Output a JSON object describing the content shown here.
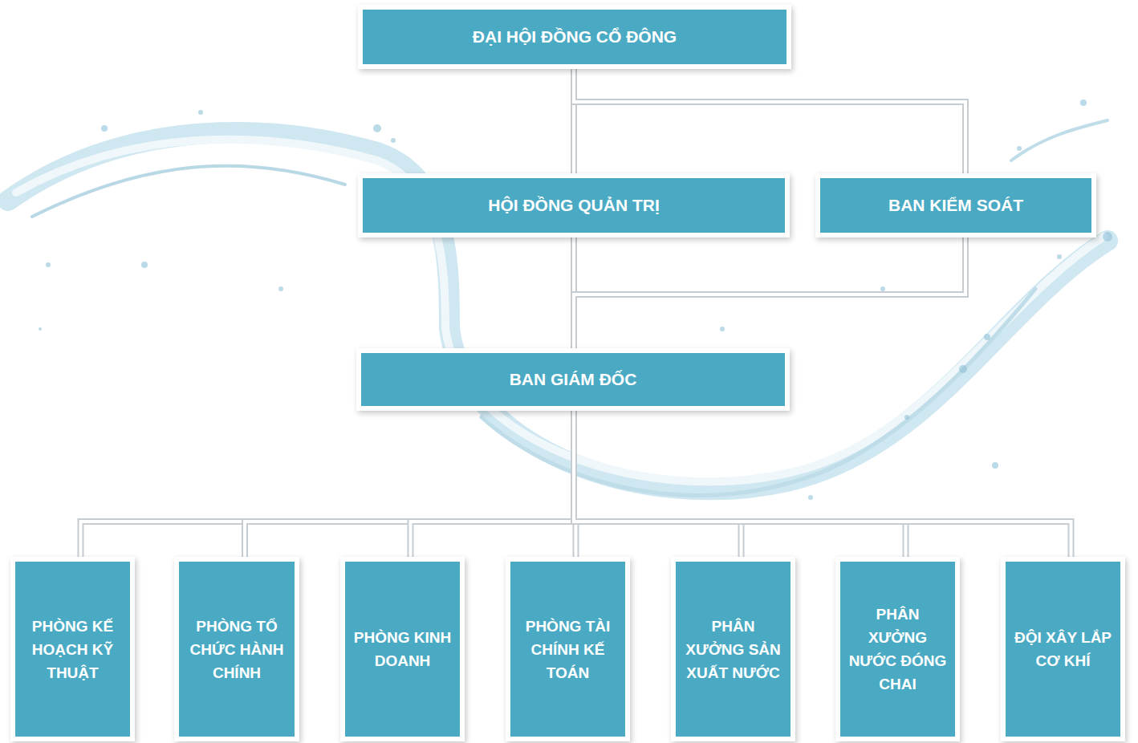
{
  "diagram": {
    "nodes": [
      {
        "text": [
          "ĐẠI HỘI ĐỒNG CỔ ĐÔNG"
        ]
      },
      {
        "text": [
          "HỘI ĐỒNG QUẢN TRỊ"
        ]
      },
      {
        "text": [
          "BAN KIỂM SOÁT"
        ]
      },
      {
        "text": [
          "BAN GIÁM ĐỐC"
        ]
      },
      {
        "text": [
          "PHÒNG KẾ HOẠCH KỸ THUẬT"
        ]
      },
      {
        "text": [
          "PHÒNG TỔ CHỨC HÀNH CHÍNH"
        ]
      },
      {
        "text": [
          "PHÒNG KINH DOANH"
        ]
      },
      {
        "text": [
          "PHÒNG TÀI CHÍNH KẾ TOÁN"
        ]
      },
      {
        "text": [
          "PHÂN XƯỞNG SẢN XUẤT NƯỚC"
        ]
      },
      {
        "text": [
          "PHÂN XƯỞNG NƯỚC ĐÓNG CHAI"
        ]
      },
      {
        "text": [
          "ĐỘI XÂY LẮP CƠ KHÍ"
        ]
      }
    ],
    "edges": [
      {
        "from": 0,
        "to": 1,
        "arrow": "none"
      },
      {
        "from": 0,
        "to": 2,
        "arrow": "none"
      },
      {
        "from": 1,
        "to": 3,
        "arrow": "none"
      },
      {
        "from": 2,
        "to": 3,
        "arrow": "none"
      },
      {
        "from": 3,
        "to": 4,
        "arrow": "none"
      },
      {
        "from": 3,
        "to": 5,
        "arrow": "none"
      },
      {
        "from": 3,
        "to": 6,
        "arrow": "none"
      },
      {
        "from": 3,
        "to": 7,
        "arrow": "none"
      },
      {
        "from": 3,
        "to": 8,
        "arrow": "none"
      },
      {
        "from": 3,
        "to": 9,
        "arrow": "none"
      },
      {
        "from": 3,
        "to": 10,
        "arrow": "none"
      }
    ]
  }
}
